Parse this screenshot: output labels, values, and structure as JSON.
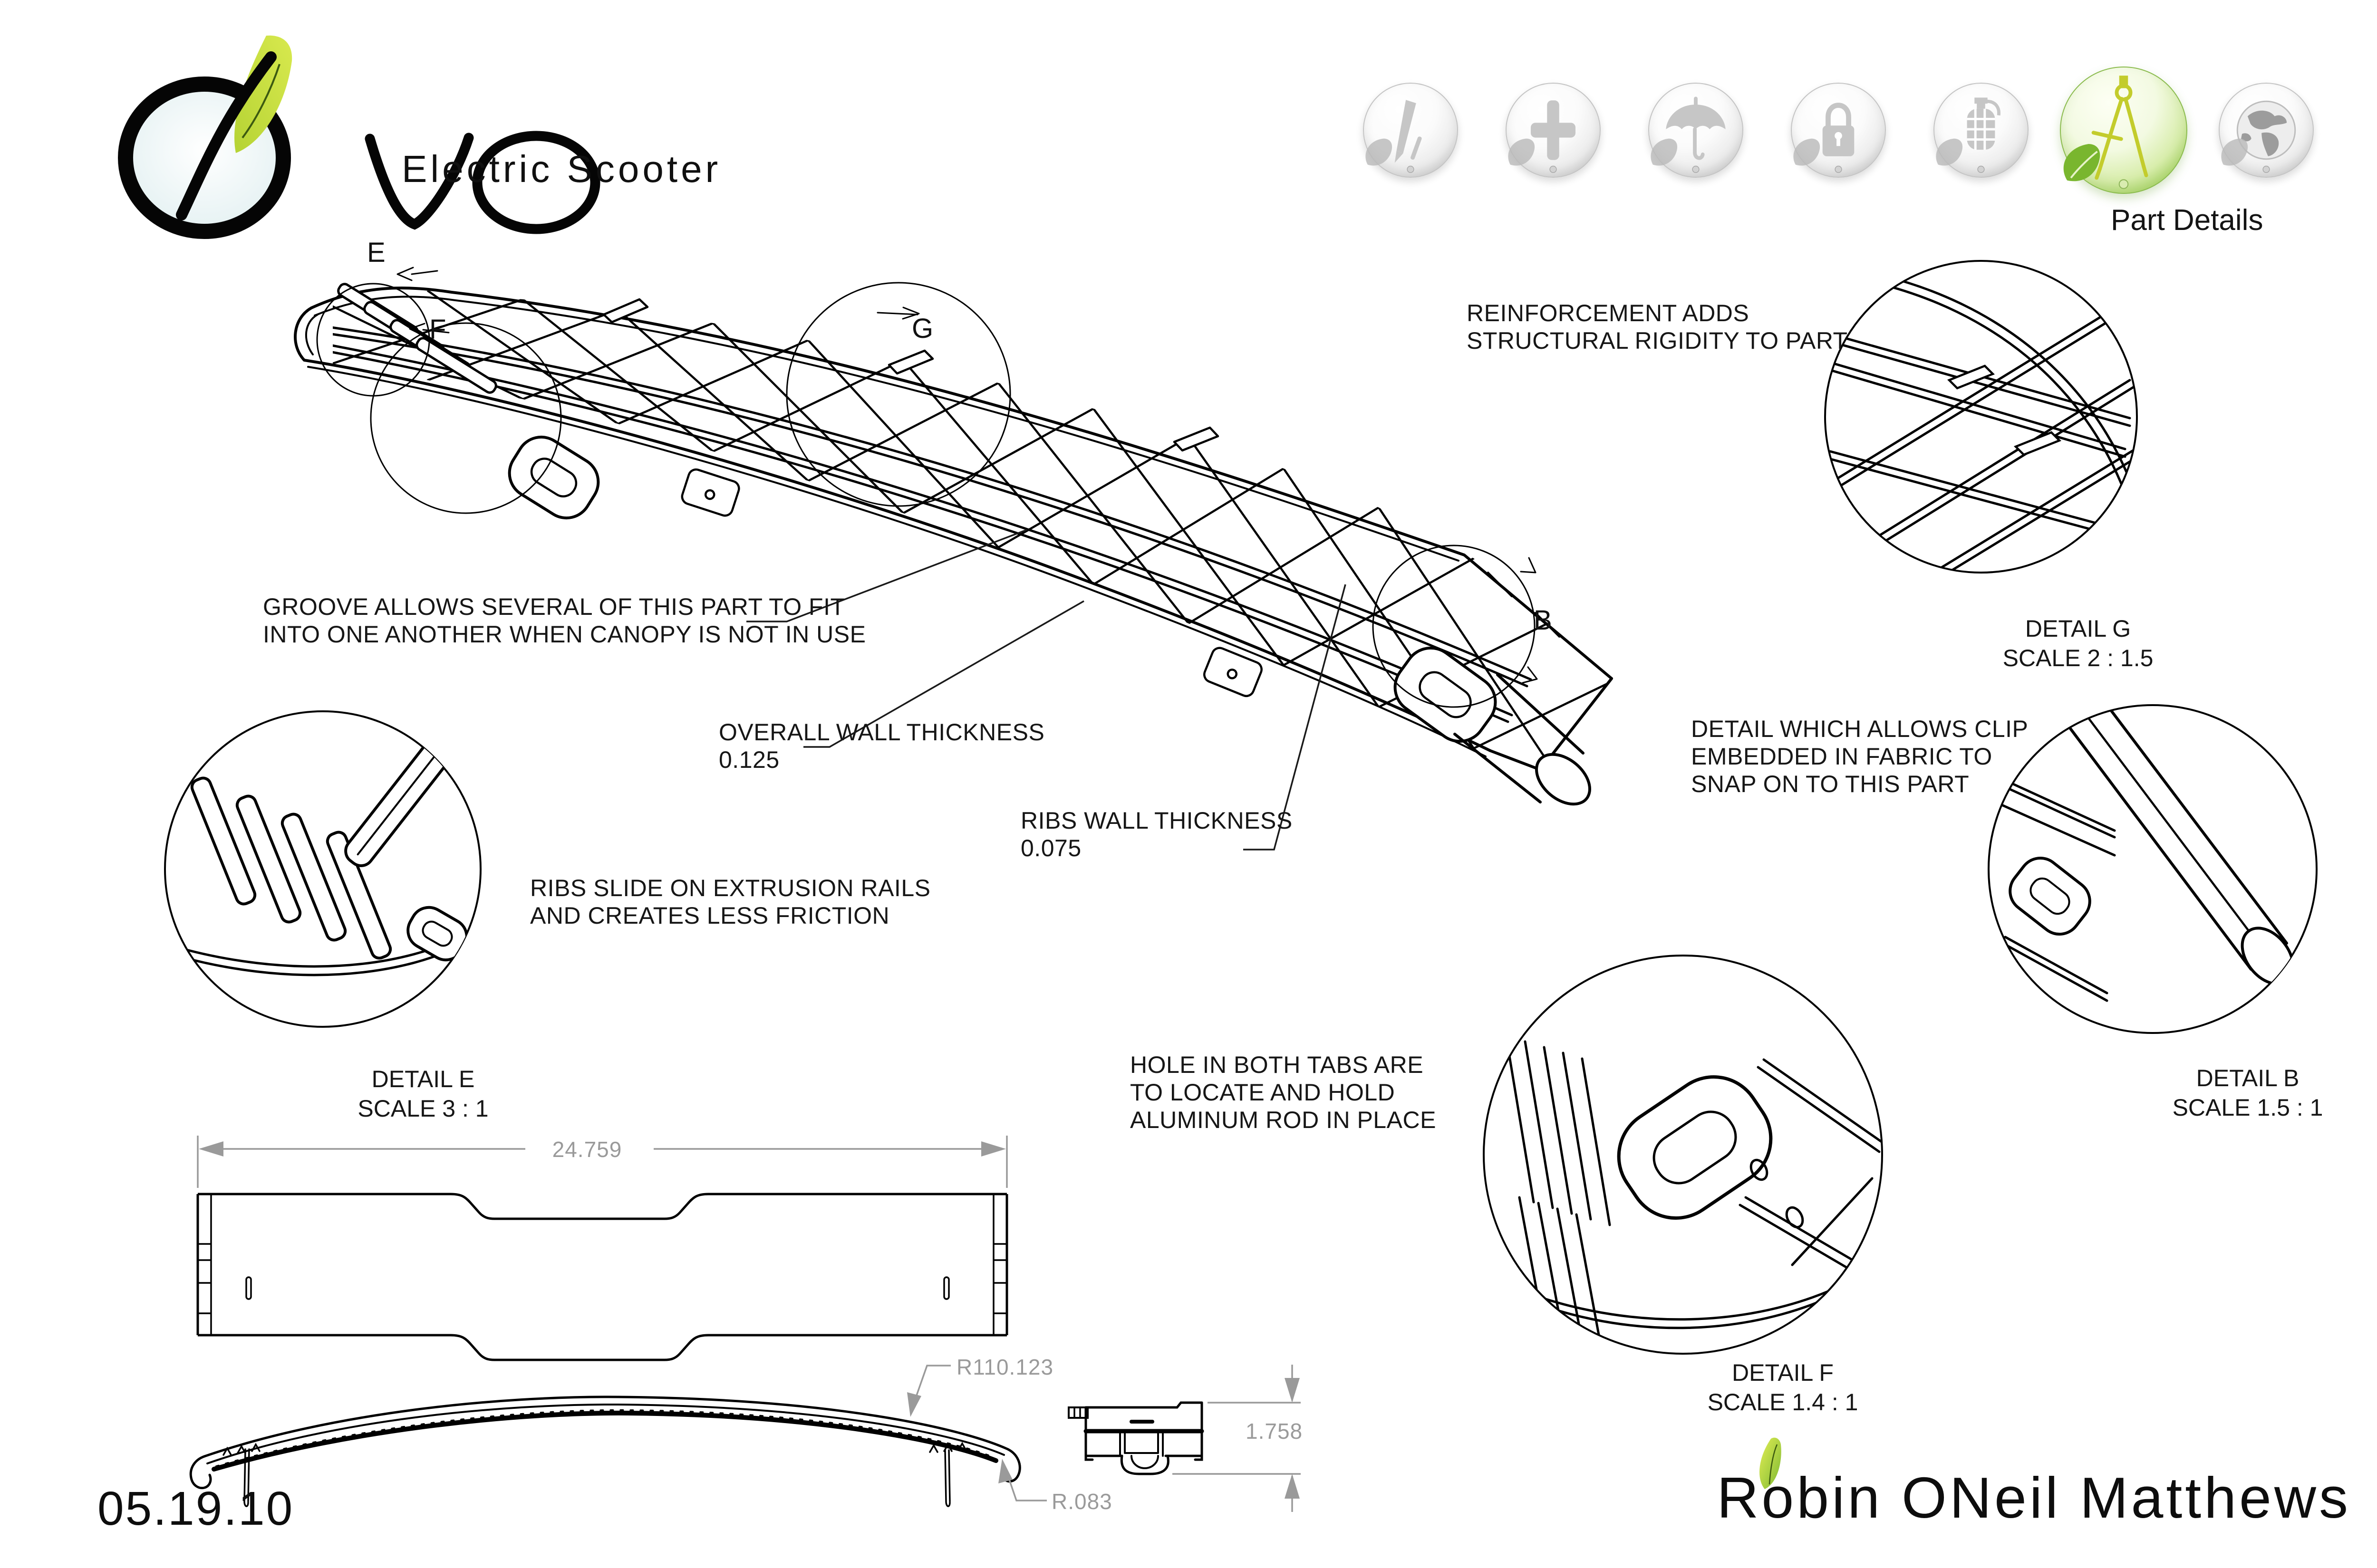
{
  "logo": {
    "brand": "OVO",
    "mark_letters": "VO",
    "tagline": "Electric Scooter"
  },
  "toolbar": {
    "active_label": "Part Details",
    "icons": [
      {
        "name": "pencil",
        "active": false
      },
      {
        "name": "plus",
        "active": false
      },
      {
        "name": "umbrella",
        "active": false
      },
      {
        "name": "lock",
        "active": false
      },
      {
        "name": "grenade",
        "active": false
      },
      {
        "name": "compass",
        "active": true
      },
      {
        "name": "globe",
        "active": false
      }
    ]
  },
  "annotations": {
    "reinforcement": "REINFORCEMENT ADDS\nSTRUCTURAL  RIGIDITY TO PART",
    "groove": "GROOVE ALLOWS SEVERAL OF THIS PART TO FIT\nINTO ONE ANOTHER WHEN CANOPY IS NOT IN USE",
    "overall_wall": "OVERALL WALL  THICKNESS\n0.125",
    "ribs_wall": "RIBS WALL THICKNESS\n0.075",
    "ribs_slide": "RIBS SLIDE ON EXTRUSION RAILS\nAND CREATES LESS FRICTION",
    "clip_detail": "DETAIL WHICH ALLOWS CLIP\nEMBEDDED IN FABRIC TO\nSNAP ON TO THIS PART",
    "hole_tabs": "HOLE IN BOTH TABS ARE\nTO LOCATE AND HOLD\nALUMINUM ROD IN PLACE"
  },
  "details": [
    {
      "letter": "E",
      "label": "DETAIL E",
      "scale": "SCALE 3 : 1"
    },
    {
      "letter": "F",
      "label": "DETAIL F",
      "scale": "SCALE 1.4 : 1"
    },
    {
      "letter": "G",
      "label": "DETAIL G",
      "scale": "SCALE 2 : 1.5"
    },
    {
      "letter": "B",
      "label": "DETAIL B",
      "scale": "SCALE 1.5 : 1"
    }
  ],
  "dimensions": {
    "overall_width": "24.759",
    "canopy_radius": "R110.123",
    "edge_radius": "R.083",
    "section_height": "1.758"
  },
  "footer": {
    "date": "05.19.10",
    "author": "Robin ONeil Matthews"
  },
  "colors": {
    "accent_green": "#8dc63f",
    "dimension_gray": "#9a9a9a",
    "line_black": "#000000"
  }
}
